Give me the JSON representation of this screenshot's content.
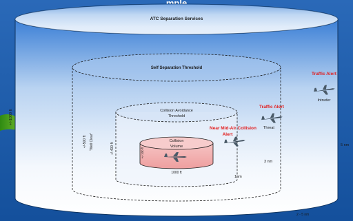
{
  "colors": {
    "background_top": "#1f5fae",
    "background_bottom": "#16529e",
    "cylinder_outer_top": "#d8e7f7",
    "cylinder_outer_bottom": "#ffffff",
    "volume_fill": "#f3b7b7",
    "alert_text": "#e21b1b",
    "label_text": "#1a1a1a"
  },
  "partial_title": "mple",
  "cylinders": {
    "atc": {
      "title": "ATC Separation Services",
      "height_label": "+/-1000 ft",
      "radius_label": "5 nm"
    },
    "self_separation": {
      "title": "Self Separation Threshold",
      "height_label": "+/-500 ft",
      "side_note": "\"Well Clear\"",
      "radius_label": "3 nm"
    },
    "collision_avoidance": {
      "title_line1": "Collision Avoidance",
      "title_line2": "Threshold",
      "height_label": "+/-400 ft",
      "radius_label": "1nm"
    },
    "collision_volume": {
      "title_line1": "Collision",
      "title_line2": "Volume",
      "height_label": "+/-100 ft",
      "radius_label": "1000 ft"
    }
  },
  "alerts": {
    "traffic_alert_outer": "Traffic Alert",
    "traffic_alert_inner": "Traffic Alert",
    "nmac_line1": "Near Mid-Air Collision",
    "nmac_line2": "Alert"
  },
  "aircraft": {
    "intruder_label": "Intruder",
    "threat_label": "Threat"
  },
  "outer_radius_label": "2 - 5 nm",
  "icons": [
    "aircraft-icon",
    "arrow-shape"
  ]
}
